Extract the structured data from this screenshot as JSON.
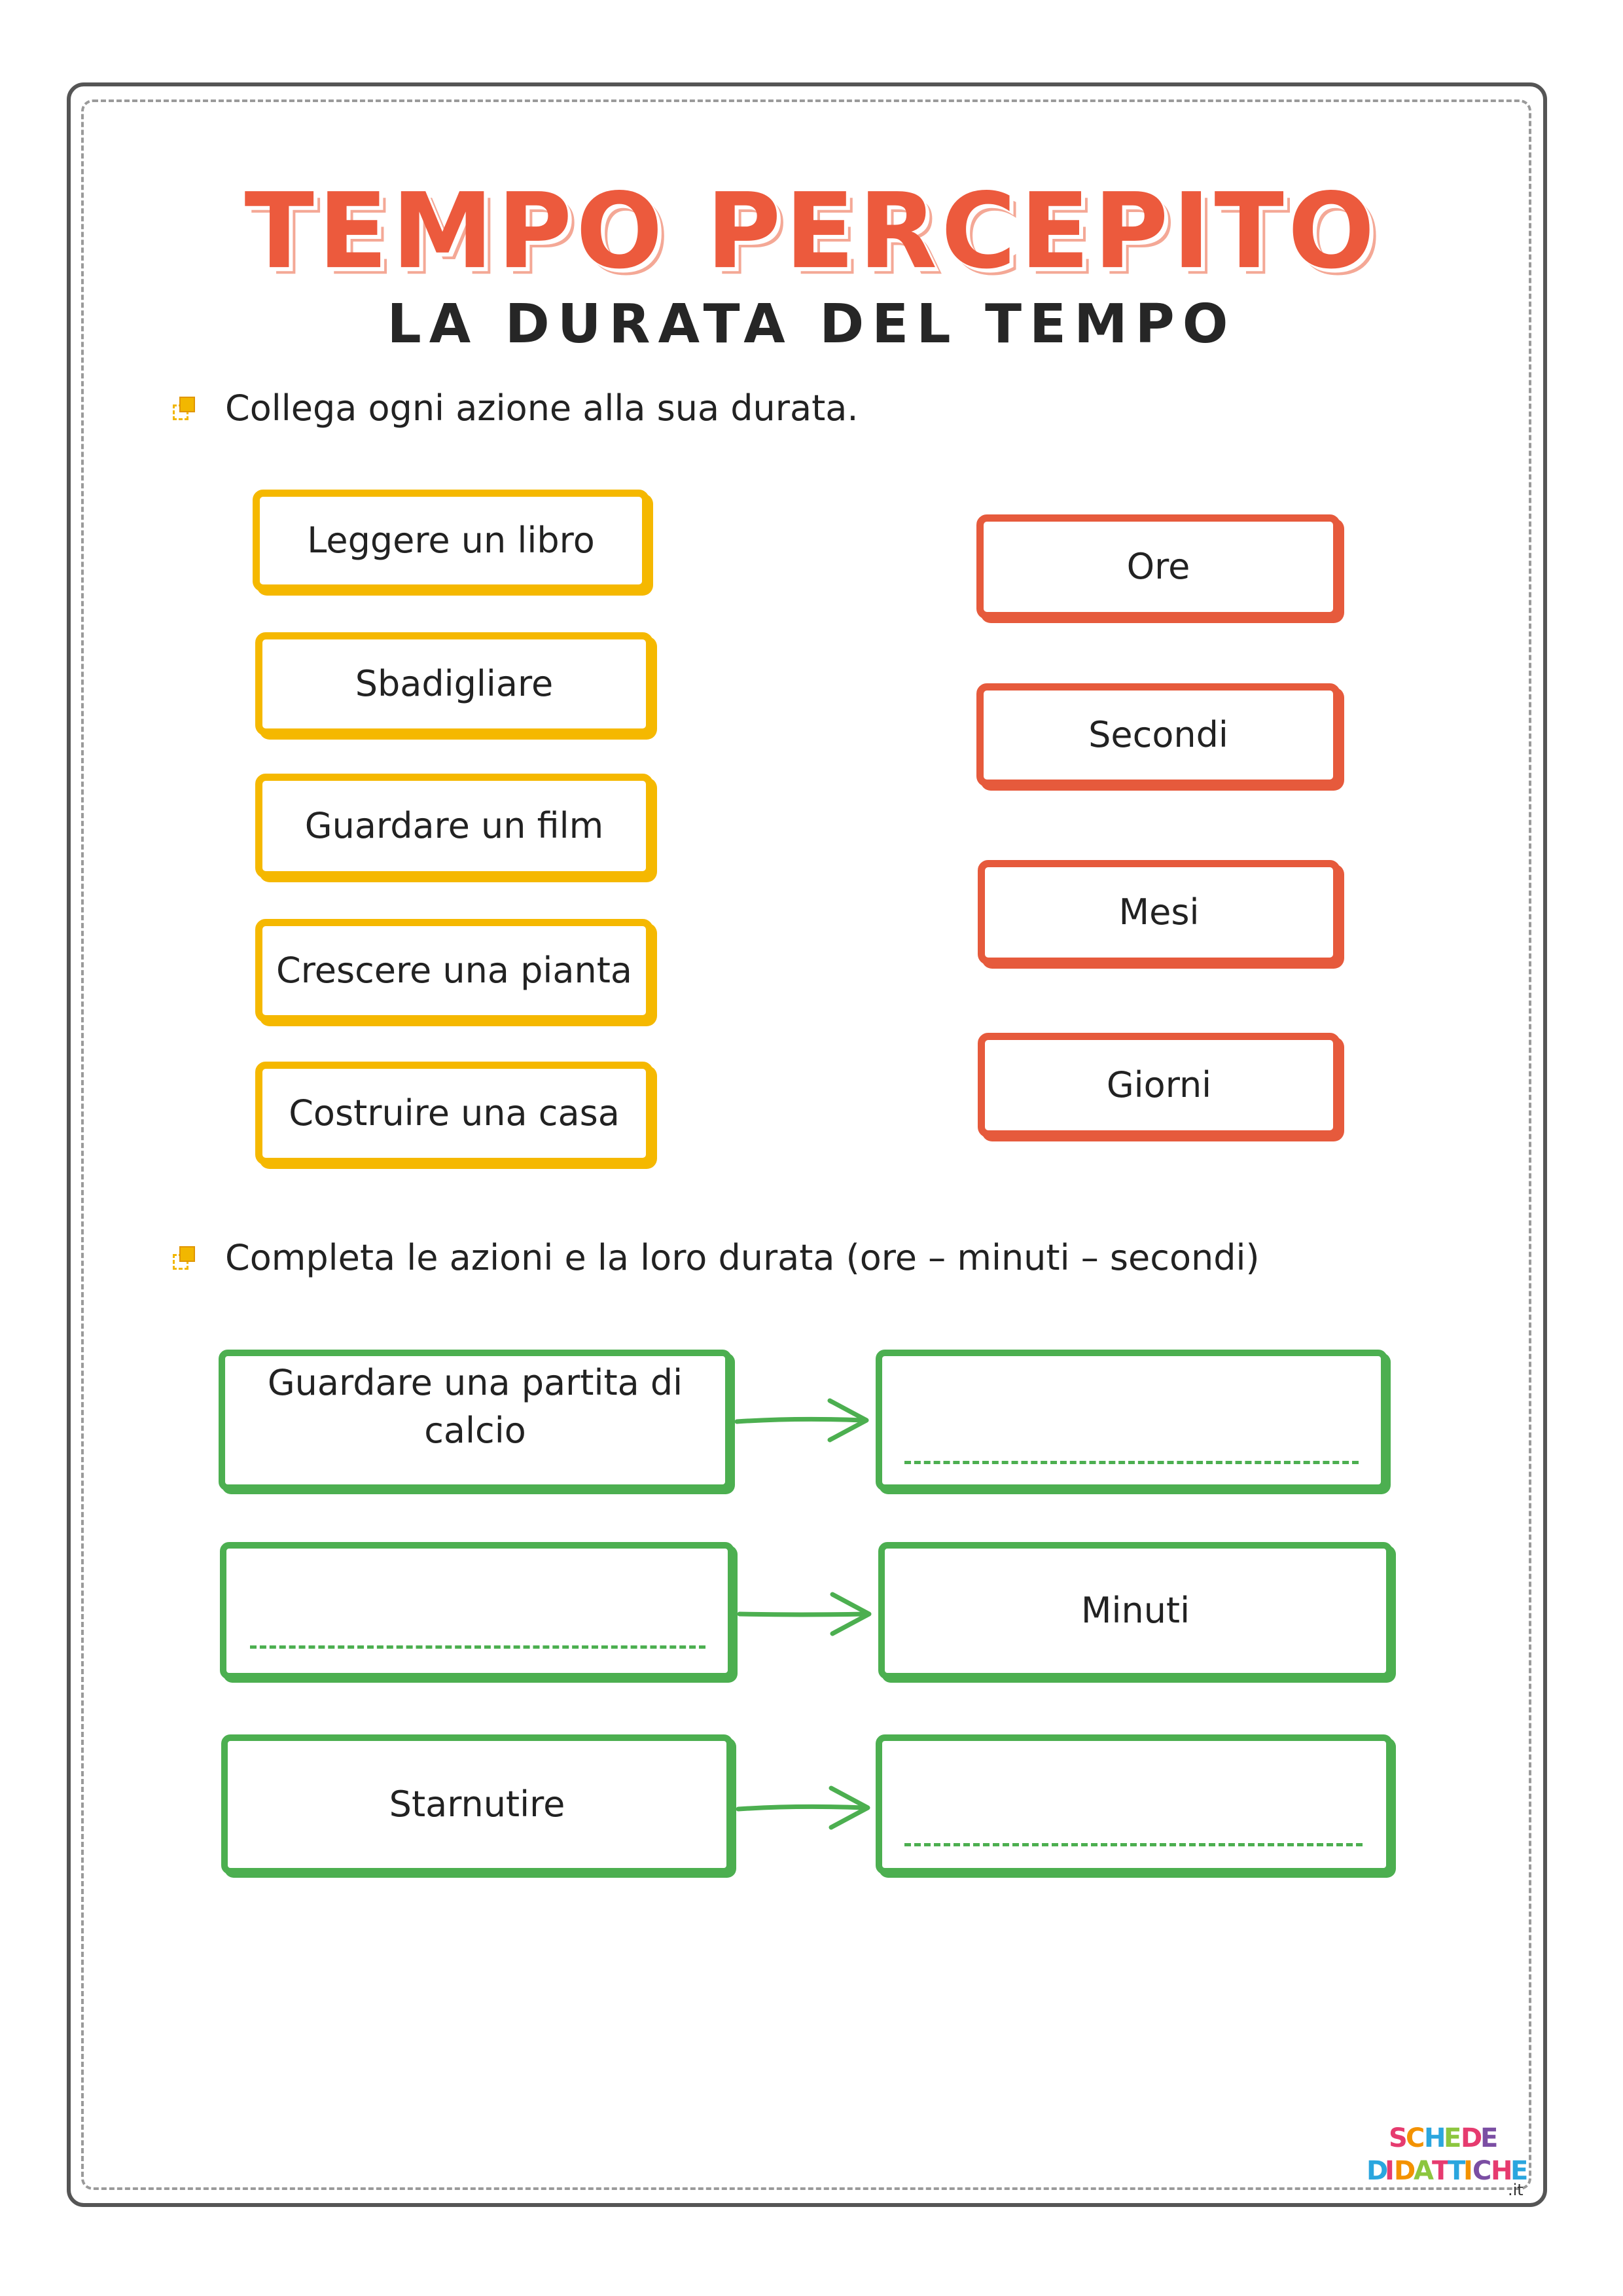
{
  "header": {
    "title": "TEMPO PERCEPITO",
    "subtitle": "LA DURATA DEL TEMPO"
  },
  "section1": {
    "instruction": "Collega ogni azione alla sua durata.",
    "actions": [
      "Leggere un libro",
      "Sbadigliare",
      "Guardare un film",
      "Crescere una pianta",
      "Costruire una casa"
    ],
    "durations": [
      "Ore",
      "Secondi",
      "Mesi",
      "Giorni"
    ]
  },
  "section2": {
    "instruction": "Completa le azioni e la loro durata (ore – minuti – secondi)",
    "rows": [
      {
        "action": "Guardare una partita di calcio",
        "duration": ""
      },
      {
        "action": "",
        "duration": "Minuti"
      },
      {
        "action": "Starnutire",
        "duration": ""
      }
    ]
  },
  "logo": {
    "text_line1": "SCHEDE",
    "text_line2": "DIDATTICHE",
    "suffix": ".it"
  },
  "colors": {
    "title": "#ec5a3d",
    "action_border": "#f5b800",
    "duration_border": "#e65a3c",
    "completion_border": "#4caf50",
    "bullet": "#f2b700"
  },
  "icons": {
    "bullet": "stacked-squares-bullet-icon",
    "arrow": "right-arrow-icon"
  }
}
